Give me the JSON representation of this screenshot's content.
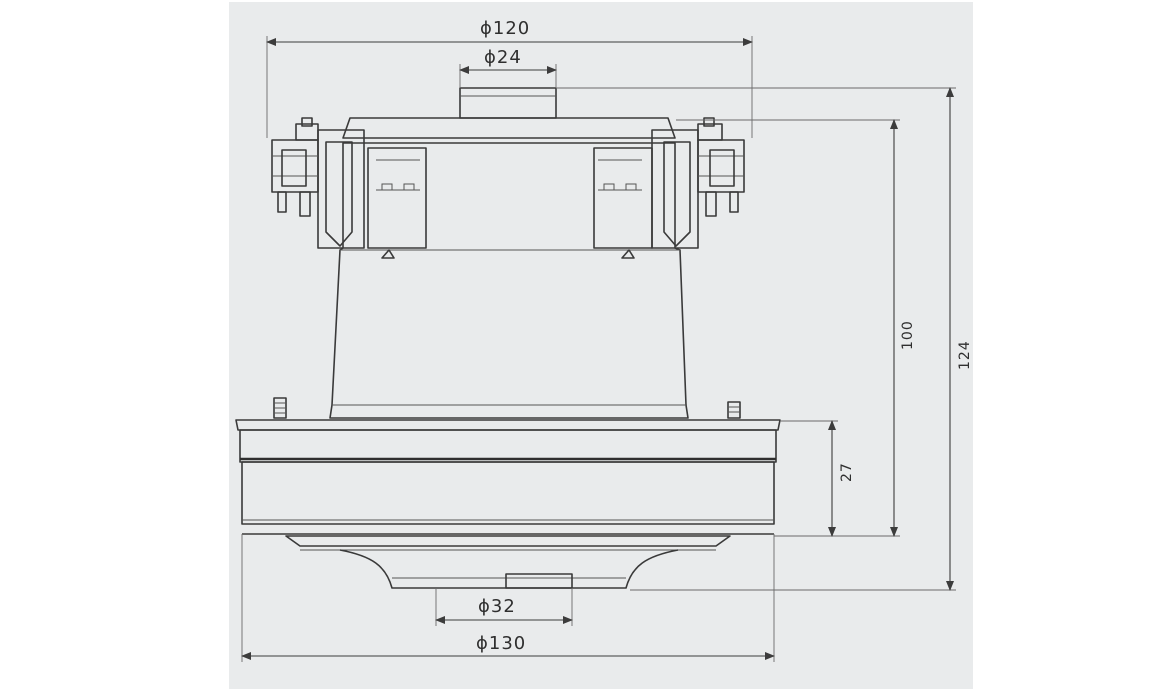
{
  "colors": {
    "sheet": "#e9ebec",
    "line": "#3a3a3a",
    "margin": "#ffffff"
  },
  "dimensions": {
    "top_overall_diameter": "ϕ120",
    "top_shaft_diameter": "ϕ24",
    "bottom_outlet_diameter": "ϕ32",
    "bottom_overall_diameter": "ϕ130",
    "total_height": "124",
    "body_height": "100",
    "base_height": "27"
  }
}
